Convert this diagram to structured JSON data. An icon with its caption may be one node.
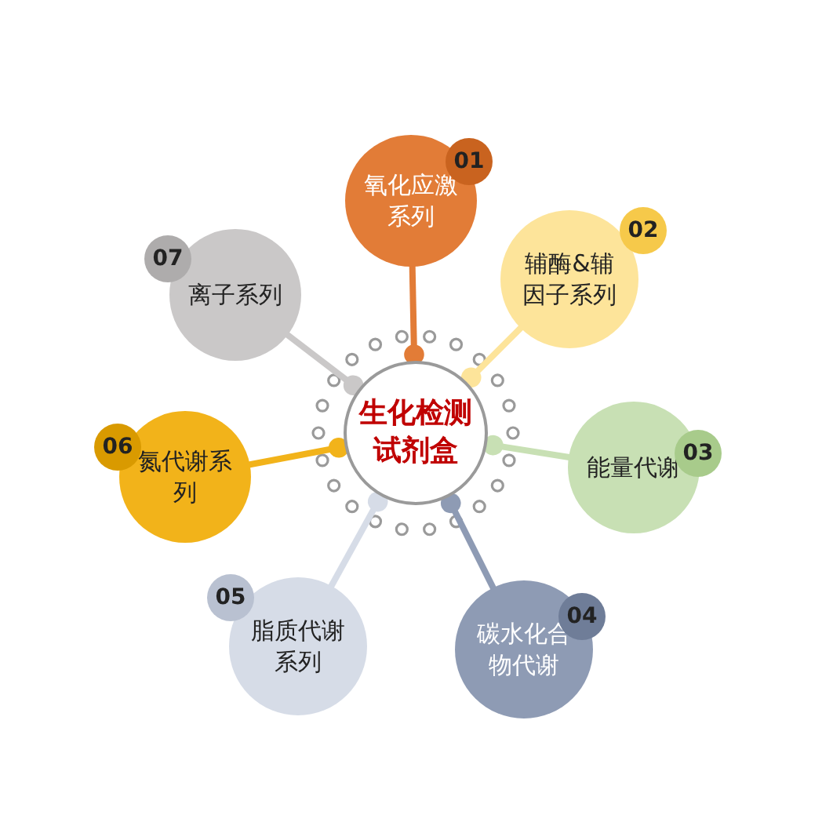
{
  "diagram": {
    "nodes": [
      {
        "text": [
          "生化检测试剂盒"
        ]
      },
      {
        "text": [
          "01",
          "氧化应激系列"
        ]
      },
      {
        "text": [
          "02",
          "辅酶&辅因子系列"
        ]
      },
      {
        "text": [
          "03",
          "能量代谢"
        ]
      },
      {
        "text": [
          "04",
          "碳水化合物代谢"
        ]
      },
      {
        "text": [
          "05",
          "脂质代谢系列"
        ]
      },
      {
        "text": [
          "06",
          "氮代谢系列"
        ]
      },
      {
        "text": [
          "07",
          "离子系列"
        ]
      }
    ],
    "edges": [
      {
        "from": 1,
        "to": 0,
        "arrow": "other",
        "color": "#e27c37"
      },
      {
        "from": 2,
        "to": 0,
        "arrow": "other",
        "color": "#fde49a"
      },
      {
        "from": 3,
        "to": 0,
        "arrow": "other",
        "color": "#c8e0b4"
      },
      {
        "from": 4,
        "to": 0,
        "arrow": "other",
        "color": "#8e9bb4"
      },
      {
        "from": 5,
        "to": 0,
        "arrow": "other",
        "color": "#d6dce7"
      },
      {
        "from": 6,
        "to": 0,
        "arrow": "other",
        "color": "#f2b31a"
      },
      {
        "from": 7,
        "to": 0,
        "arrow": "other",
        "color": "#cac8c8"
      }
    ]
  }
}
